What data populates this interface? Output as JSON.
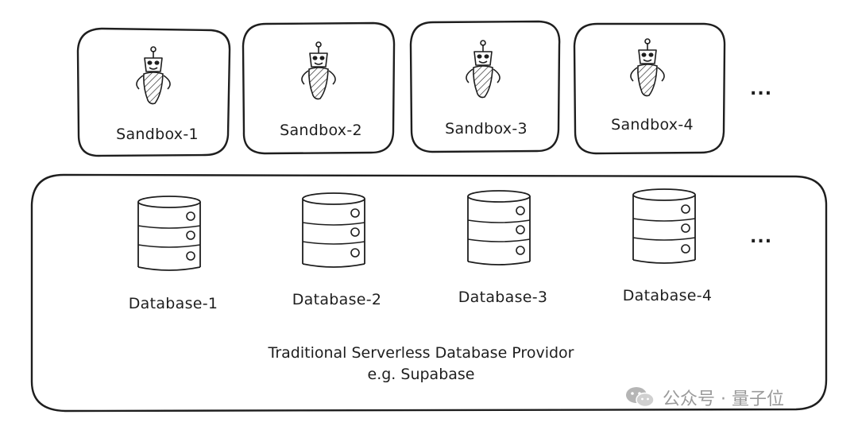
{
  "sandboxes": [
    {
      "label": "Sandbox-1"
    },
    {
      "label": "Sandbox-2"
    },
    {
      "label": "Sandbox-3"
    },
    {
      "label": "Sandbox-4"
    }
  ],
  "databases": [
    {
      "label": "Database-1"
    },
    {
      "label": "Database-2"
    },
    {
      "label": "Database-3"
    },
    {
      "label": "Database-4"
    }
  ],
  "more_sandboxes": "...",
  "more_databases": "...",
  "provider": {
    "title": "Traditional Serverless Database Providor",
    "example": "e.g. Supabase"
  },
  "watermark": {
    "text": "公众号 · 量子位",
    "icon": "wechat-icon"
  },
  "colors": {
    "stroke": "#1e1e1e",
    "watermark": "#9a9a9a"
  }
}
